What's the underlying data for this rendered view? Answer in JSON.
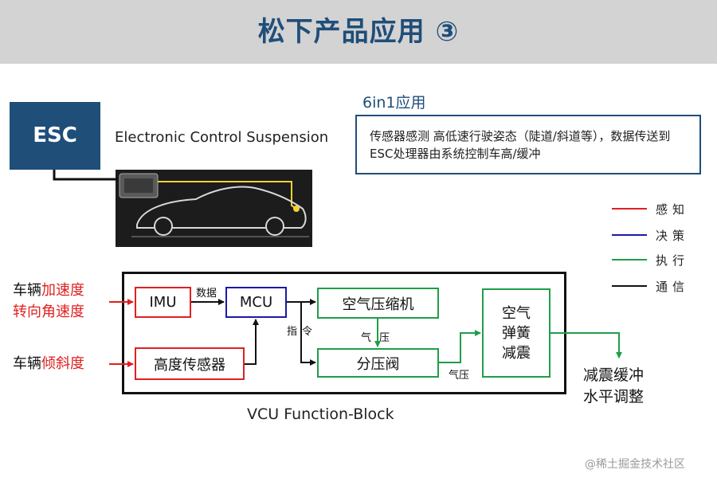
{
  "header": {
    "title": "松下产品应用 ③"
  },
  "esc": {
    "box_label": "ESC",
    "description": "Electronic Control Suspension"
  },
  "application": {
    "title": "6in1应用",
    "text": "传感器感测 高低速行驶姿态（陡道/斜道等），数据传送到ESC处理器由系统控制车高/缓冲"
  },
  "legend": [
    {
      "label": "感知",
      "color": "#e02020"
    },
    {
      "label": "决策",
      "color": "#1a1aa6"
    },
    {
      "label": "执行",
      "color": "#1f9e4a"
    },
    {
      "label": "通信",
      "color": "#111111"
    }
  ],
  "inputs": {
    "line1_prefix": "车辆",
    "line1_highlight": "加速度",
    "line2": "转向角速度",
    "line3_prefix": "车辆",
    "line3_highlight": "倾斜度"
  },
  "blocks": {
    "imu": "IMU",
    "mcu": "MCU",
    "height_sensor": "高度传感器",
    "compressor": "空气压缩机",
    "valve": "分压阀",
    "damper": "空气\n弹簧\n减震"
  },
  "edge_labels": {
    "data": "数据",
    "command": "指令",
    "air_pressure_1": "气压",
    "air_pressure_2": "气压"
  },
  "caption": "VCU Function-Block",
  "result": "减震缓冲\n水平调整",
  "watermark": "@稀土掘金技术社区"
}
